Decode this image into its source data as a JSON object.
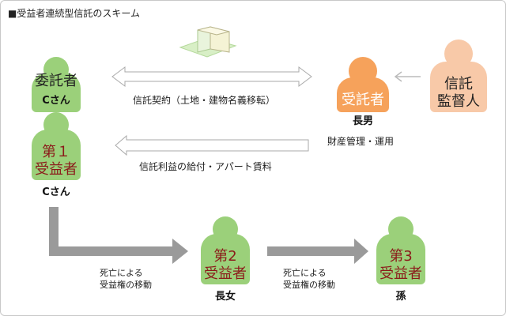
{
  "title": "■受益者連続型信託のスキーム",
  "nodes": {
    "settlor": {
      "line1": "委託者",
      "line2": "Cさん"
    },
    "trustee": {
      "line1": "受託者",
      "sub": "長男"
    },
    "supervisor": {
      "line1": "信託",
      "line2": "監督人"
    },
    "first": {
      "line1": "第１",
      "line2": "受益者",
      "sub": "Cさん"
    },
    "second": {
      "line1": "第2",
      "line2": "受益者",
      "sub": "長女"
    },
    "third": {
      "line1": "第3",
      "line2": "受益者",
      "sub": "孫"
    }
  },
  "labels": {
    "contract": "信託契約（土地・建物名義移転）",
    "management": "財産管理・運用",
    "benefit": "信託利益の給付・アパート賃料",
    "transfer1_line1": "死亡による",
    "transfer1_line2": "受益権の移動",
    "transfer2_line1": "死亡による",
    "transfer2_line2": "受益権の移動"
  },
  "colors": {
    "green": "#9bd07a",
    "green_light": "#c5e7ad",
    "orange": "#f6a25b",
    "peach": "#f8c9a8",
    "red_text": "#8b1a1a",
    "arrow_gray": "#9a9a9a"
  }
}
